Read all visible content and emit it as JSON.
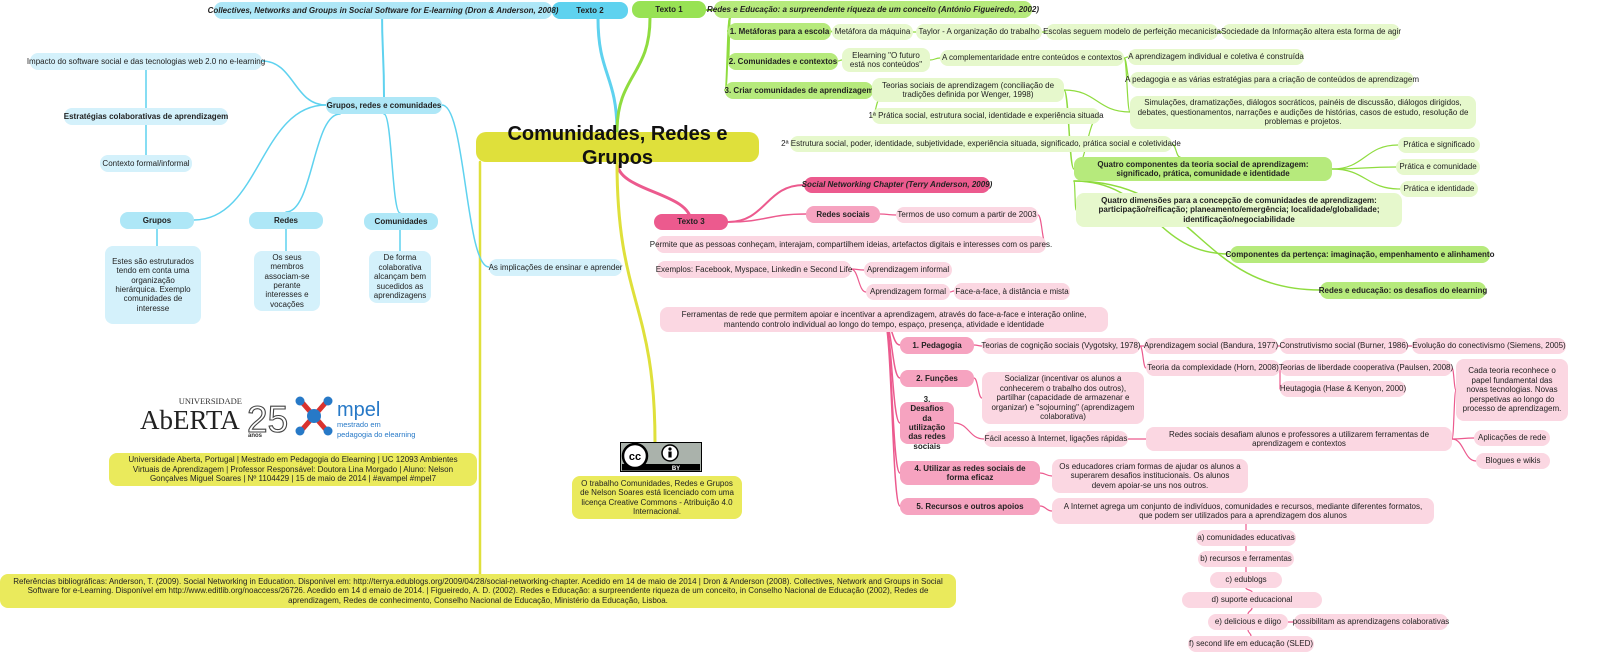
{
  "title": "Comunidades, Redes e Grupos",
  "colors": {
    "green": "#8fdc3f",
    "blue": "#5fd2ef",
    "pink": "#ec5a8e",
    "yellow": "#dfe03b"
  },
  "texto1": {
    "label": "Texto 1",
    "source": "Redes e Educação: a surpreendente riqueza de um conceito (António Figueiredo, 2002)",
    "metaforas": {
      "label": "1. Metáforas para a escola",
      "items": [
        "Metáfora da máquina",
        "Taylor - A organização do trabalho",
        "Escolas seguem modelo de perfeição mecanicista",
        "Sociedade da Informação altera esta forma de agir"
      ]
    },
    "comunidades": {
      "label": "2. Comunidades e contextos",
      "elearning": "Elearning \"O futuro está nos conteúdos\"",
      "complementaridade": "A complementaridade entre conteúdos e contextos",
      "aprendizagem": "A aprendizagem individual e coletiva é construída",
      "pedagogia": "A pedagogia e as várias estratégias para a criação de conteúdos de aprendizagem",
      "simulacoes": "Simulações, dramatizações, diálogos socráticos, painéis de discussão, diálogos dirigidos, debates, questionamentos, narrações e audições de histórias, casos de estudo, resolução de problemas e projetos."
    },
    "criar": {
      "label": "3. Criar comunidades de aprendizagem",
      "teorias": "Teorias sociais de aprendizagem (conciliação de tradições definida por Wenger, 1998)",
      "pratica1": "1ª Prática social, estrutura social, identidade e experiência situada",
      "estrutura2": "2ª Estrutura social, poder, identidade, subjetividade, experiência situada, significado, prática social e coletividade",
      "quatro_componentes": "Quatro componentes da teoria social de aprendizagem: significado, prática, comunidade e identidade",
      "pratica_significado": "Prática e significado",
      "pratica_comunidade": "Prática e comunidade",
      "pratica_identidade": "Prática e identidade",
      "quatro_dimensoes": "Quatro dimensões para a concepção de comunidades de aprendizagem: participação/reificação; planeamento/emergência; localidade/globalidade; identificação/negociabilidade",
      "componentes_pertenca": "Componentes da pertença: imaginação, empenhamento e alinhamento",
      "desafios_elearning": "Redes e educação: os desafios do elearning"
    }
  },
  "texto2": {
    "label": "Texto 2",
    "source": "Collectives, Networks and Groups in Social Software for E-learning (Dron & Anderson, 2008)",
    "grupos_redes": "Grupos, redes e comunidades",
    "impacto": "Impacto do software social e das tecnologias web 2.0 no e-learning",
    "estrategias": "Estratégias colaborativas de aprendizagem",
    "contexto": "Contexto formal/informal",
    "grupos": "Grupos",
    "grupos_desc": "Estes são estruturados tendo em conta uma organização hierárquica. Exemplo comunidades de interesse",
    "redes": "Redes",
    "redes_desc": "Os seus membros associam-se perante interesses e vocações",
    "comunidades": "Comunidades",
    "comunidades_desc": "De forma colaborativa alcançam bem sucedidos as aprendizagens",
    "implicacoes": "As implicações de ensinar e aprender"
  },
  "texto3": {
    "label": "Texto 3",
    "source": "Social Networking Chapter (Terry Anderson, 2009)",
    "redes_sociais": "Redes sociais",
    "termos": "Termos de uso comum a partir de 2003",
    "permite": "Permite que as pessoas conheçam, interajam, compartilhem ideias, artefactos digitais e interesses com os pares.",
    "exemplos": "Exemplos: Facebook, Myspace, Linkedin e Second Life",
    "informal": "Aprendizagem informal",
    "formal": "Aprendizagem formal",
    "face": "Face-a-face, à distância e mista",
    "ferramentas": "Ferramentas de rede que permitem apoiar e incentivar a aprendizagem, através do face-a-face e interação online, mantendo controlo individual ao longo do tempo, espaço, presença, atividade e identidade",
    "pedagogia": {
      "label": "1. Pedagogia",
      "vygotsky": "Teorias de cognição sociais (Vygotsky, 1978)",
      "bandura": "Aprendizagem social (Bandura, 1977)",
      "burner": "Construtivismo social (Burner, 1986)",
      "siemens": "Evolução do conectivismo (Siemens, 2005)",
      "horn": "Teoria da complexidade (Horn, 2008)",
      "paulsen": "Teorias de liberdade cooperativa (Paulsen, 2008)",
      "hase": "Heutagogia (Hase & Kenyon, 2000)",
      "cada_teoria": "Cada teoria reconhece o papel fundamental das novas tecnologias. Novas perspetivas ao longo do processo de aprendizagem."
    },
    "funcoes": {
      "label": "2. Funções",
      "socializar": "Socializar (incentivar os alunos a conhecerem o trabalho dos outros), partilhar (capacidade de armazenar e organizar) e \"sojourning\" (aprendizagem colaborativa)"
    },
    "desafios": {
      "label": "3. Desafios da utilização das redes sociais",
      "facil": "Fácil acesso à Internet, ligações rápidas",
      "redes_desafiam": "Redes sociais desafiam alunos e professores a utilizarem ferramentas de aprendizagem e contextos",
      "aplicacoes": "Aplicações de rede",
      "blogues": "Blogues e wikis"
    },
    "utilizar": {
      "label": "4. Utilizar as redes sociais de forma eficaz",
      "educadores": "Os educadores criam formas de ajudar os alunos a superarem desafios institucionais. Os alunos devem apoiar-se uns nos outros."
    },
    "recursos": {
      "label": "5. Recursos e outros apoios",
      "internet": "A Internet agrega um conjunto de indivíduos, comunidades e recursos, mediante diferentes formatos, que podem ser utilizados para a aprendizagem dos alunos",
      "items": [
        "a) comunidades educativas",
        "b) recursos e ferramentas",
        "c) edublogs",
        "d) suporte educacional",
        "e) delicious e diigo",
        "f) second life em educação (SLED)"
      ],
      "possibilitam": "possibilitam as aprendizagens colaborativas"
    }
  },
  "logo": {
    "universidade": "UNIVERSIDADE",
    "aberta": "AbERTA",
    "anos": "anos",
    "mpel": "mpel",
    "mpel_sub1": "mestrado em",
    "mpel_sub2": "pedagogia do elearning",
    "cc_by": "BY"
  },
  "info": "Universidade Aberta, Portugal | Mestrado em Pedagogia do Elearning | UC 12093 Ambientes Virtuais de Aprendizagem | Professor Responsável: Doutora Lina Morgado | Aluno: Nelson Gonçalves Miguel Soares | Nº 1104429 | 15 de maio de 2014 | #avampel #mpel7",
  "license": "O trabalho Comunidades, Redes e Grupos de Nelson Soares está licenciado com uma licença Creative Commons - Atribuição 4.0 Internacional.",
  "references": "Referências bibliográficas: Anderson, T. (2009). Social Networking in Education. Disponível em: http://terrya.edublogs.org/2009/04/28/social-networking-chapter. Acedido em 14 de maio de 2014 | Dron & Anderson (2008). Collectives, Network and Groups in Social Software for e-Learning. Disponível em http://www.editlib.org/noaccess/26726. Acedido em 14 d emaio de 2014. | Figueiredo, A. D. (2002). Redes e Educação: a surpreendente riqueza de um conceito, in Conselho Nacional de Educação (2002), Redes de aprendizagem, Redes de conhecimento, Conselho Nacional de Educação, Ministério da Educação, Lisboa."
}
